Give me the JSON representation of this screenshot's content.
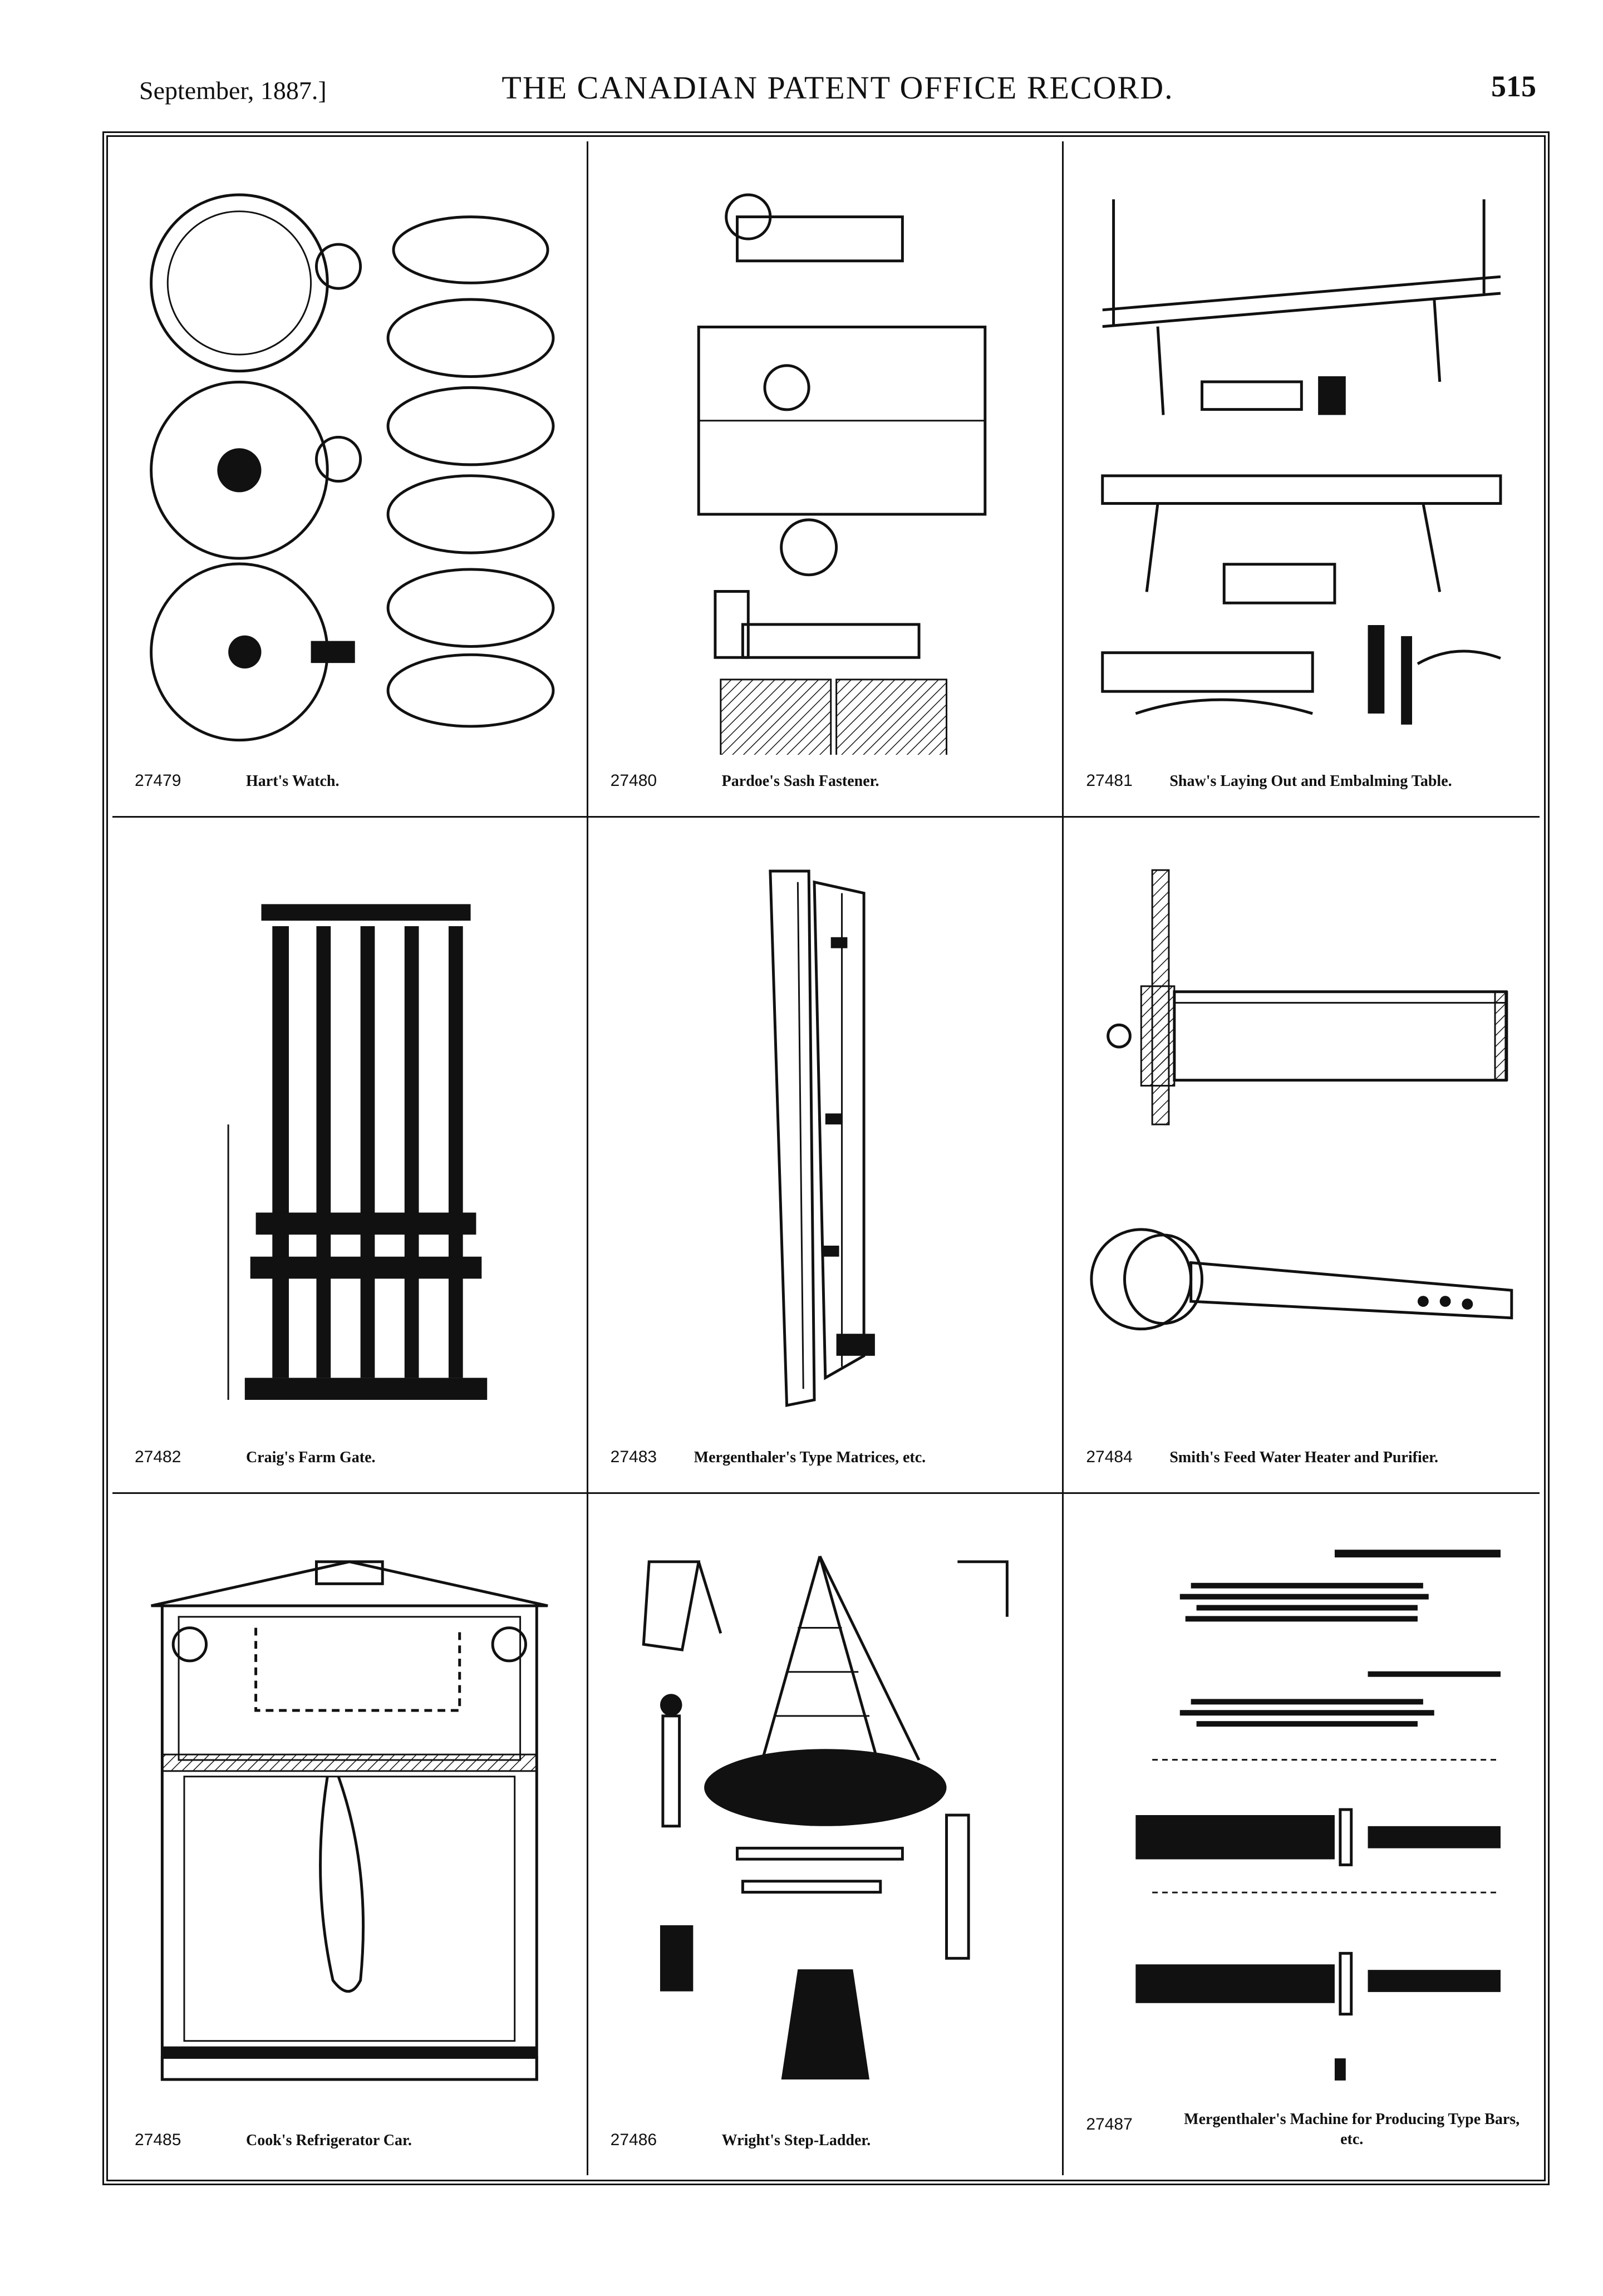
{
  "header": {
    "date": "September, 1887.]",
    "title": "THE CANADIAN PATENT OFFICE RECORD.",
    "page_number": "515"
  },
  "patents": [
    {
      "number": "27479",
      "title": "Hart's Watch."
    },
    {
      "number": "27480",
      "title": "Pardoe's Sash Fastener."
    },
    {
      "number": "27481",
      "title": "Shaw's Laying Out and Embalming Table."
    },
    {
      "number": "27482",
      "title": "Craig's Farm Gate."
    },
    {
      "number": "27483",
      "title": "Mergenthaler's Type Matrices, etc."
    },
    {
      "number": "27484",
      "title": "Smith's Feed Water Heater and Purifier."
    },
    {
      "number": "27485",
      "title": "Cook's Refrigerator Car."
    },
    {
      "number": "27486",
      "title": "Wright's Step-Ladder."
    },
    {
      "number": "27487",
      "title": "Mergenthaler's Machine for Producing Type Bars, etc."
    }
  ]
}
